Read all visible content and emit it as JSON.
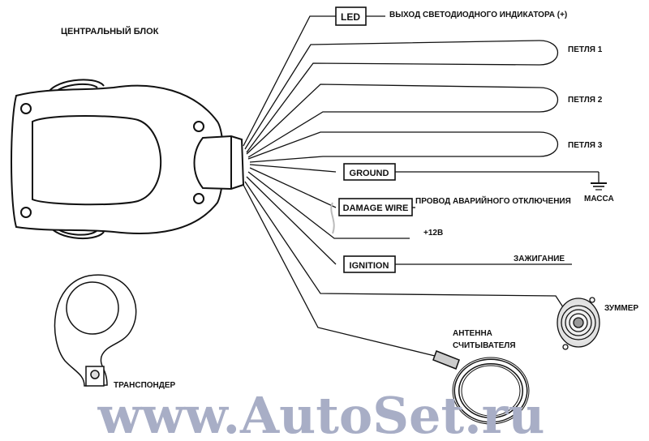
{
  "title": "ЦЕНТРАЛЬНЫЙ БЛОК",
  "boxes": {
    "led": "LED",
    "ground": "GROUND",
    "damage_wire": "DAMAGE WIRE",
    "ignition": "IGNITION"
  },
  "labels": {
    "led_output": "ВЫХОД СВЕТОДИОДНОГО ИНДИКАТОРА (+)",
    "loop1": "ПЕТЛЯ 1",
    "loop2": "ПЕТЛЯ 2",
    "loop3": "ПЕТЛЯ 3",
    "mass": "МАССА",
    "emergency_wire": "ПРОВОД АВАРИЙНОГО ОТКЛЮЧЕНИЯ",
    "plus12": "+12В",
    "ignition": "ЗАЖИГАНИЕ",
    "buzzer": "ЗУММЕР",
    "antenna_line1": "АНТЕННА",
    "antenna_line2": "СЧИТЫВАТЕЛЯ",
    "transponder": "ТРАНСПОНДЕР"
  },
  "watermark": "www.AutoSet.ru"
}
